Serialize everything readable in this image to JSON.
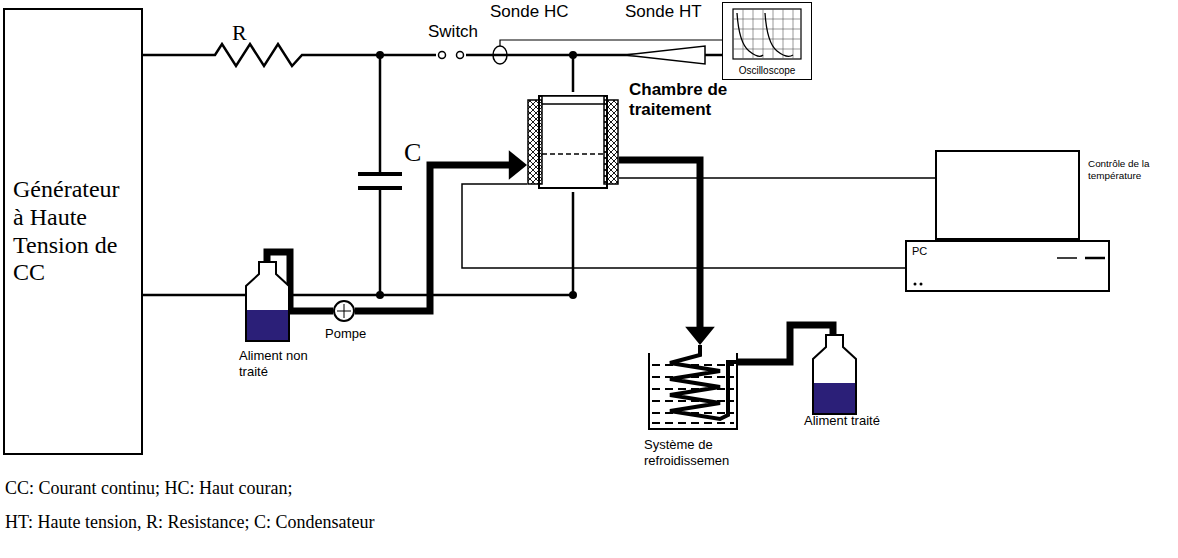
{
  "diagram": {
    "nodes": [
      {
        "text": [
          "Générateur à Haute Tension de CC"
        ]
      },
      {
        "text": [
          "Oscilloscope"
        ]
      },
      {
        "text": [
          "Chambre de traitement"
        ]
      },
      {
        "text": [
          "Contrôle de la température"
        ]
      },
      {
        "text": [
          "PC"
        ]
      },
      {
        "text": [
          "Aliment non traité"
        ]
      },
      {
        "text": [
          "Pompe"
        ]
      },
      {
        "text": [
          "Système de refroidissemen"
        ]
      },
      {
        "text": [
          "Aliment traité"
        ]
      }
    ],
    "edges": [
      {
        "from": 0,
        "to": 2,
        "arrow": "none"
      },
      {
        "from": 0,
        "to": 2,
        "arrow": "none"
      },
      {
        "from": 5,
        "to": 6,
        "arrow": "none"
      },
      {
        "from": 6,
        "to": 2,
        "arrow": "to"
      },
      {
        "from": 2,
        "to": 7,
        "arrow": "to"
      },
      {
        "from": 7,
        "to": 8,
        "arrow": "none"
      },
      {
        "from": 2,
        "to": 3,
        "arrow": "none"
      },
      {
        "from": 2,
        "to": 4,
        "arrow": "none"
      }
    ],
    "labels": [
      "R",
      "C",
      "Switch",
      "Sonde HC",
      "Sonde HT",
      "CC: Courant continu; HC: Haut couran;",
      "HT: Haute tension, R: Resistance; C: Condensateur"
    ]
  }
}
